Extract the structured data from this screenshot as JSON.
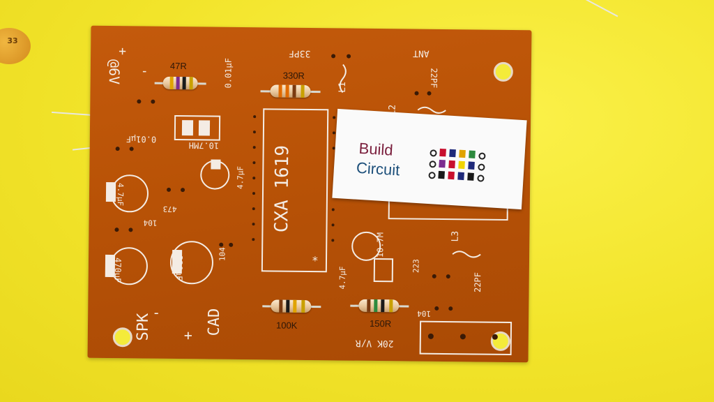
{
  "scene": {
    "description_colors": {
      "background": "#f2e62a",
      "board": "#b85206",
      "silkscreen": "#f4ece4"
    },
    "ceramic_cap_label": "33"
  },
  "board": {
    "silkscreen": {
      "cap_33pf": "33PF",
      "ant": "ANT",
      "cap_22pf_top": "22PF",
      "l1": "L1",
      "l2": "L2",
      "l3": "L3",
      "volt_label": "@6V",
      "polarity_plus_top": "+",
      "polarity_minus_top": "-",
      "cap_001_a": "0.01µF",
      "cap_001_b": "0.01µF",
      "inductor_107": "10.7MH",
      "cap_47uf_a": "4.7µF",
      "cap_47uf_b": "4.7µF",
      "cap_47uf_c": "4.7µF",
      "cap_473": "473",
      "cap_104_a": "104",
      "cap_104_b": "104",
      "cap_104_c": "104",
      "cap_470uf": "470µF",
      "cap_220uf": "220µF",
      "chip_name": "CXA 1619",
      "filter_107": "10.7M",
      "cap_223": "223",
      "cap_22pf_bottom": "22PF",
      "vr": "20K V/R",
      "spk": "SPK",
      "cad": "CAD",
      "plus": "+",
      "minus": "-",
      "star": "*"
    },
    "resistor_labels": {
      "r47": "47R",
      "r330": "330R",
      "r100k": "100K",
      "r150": "150R"
    }
  },
  "logo": {
    "line1": "Build",
    "line2": "Circuit",
    "colors": {
      "build": "#7a1e3c",
      "circuit": "#1c4f7a",
      "cells": [
        "#c8102e",
        "#1f2a7a",
        "#e0a300",
        "#2d8a3e",
        "#7b2c8f",
        "#c8102e",
        "#f2d400",
        "#1f2a7a",
        "#1a1a1a",
        "#c8102e",
        "#1f2a7a",
        "#1a1a1a"
      ]
    }
  }
}
